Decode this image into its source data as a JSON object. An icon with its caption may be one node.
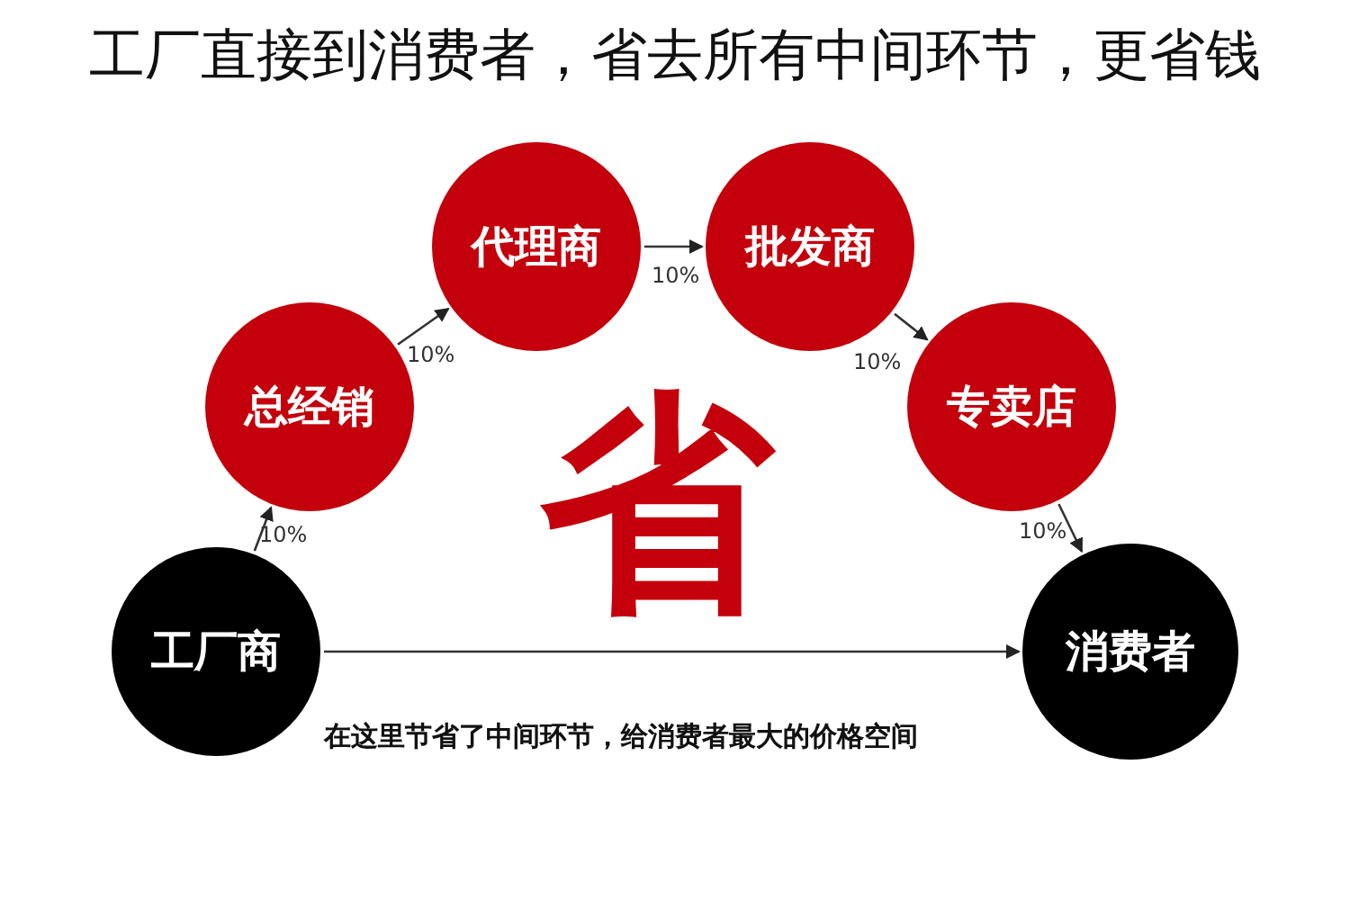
{
  "diagram": {
    "title": "工厂直接到消费者，省去所有中间环节，更省钱",
    "nodes": [
      {
        "text": [
          "工厂商"
        ]
      },
      {
        "text": [
          "总经销"
        ]
      },
      {
        "text": [
          "代理商"
        ]
      },
      {
        "text": [
          "批发商"
        ]
      },
      {
        "text": [
          "专卖店"
        ]
      },
      {
        "text": [
          "消费者"
        ]
      }
    ],
    "edges": [
      {
        "from": 0,
        "to": 1,
        "arrow": "to",
        "label": "10%"
      },
      {
        "from": 1,
        "to": 2,
        "arrow": "to",
        "label": "10%"
      },
      {
        "from": 2,
        "to": 3,
        "arrow": "to",
        "label": "10%"
      },
      {
        "from": 3,
        "to": 4,
        "arrow": "to",
        "label": "10%"
      },
      {
        "from": 4,
        "to": 5,
        "arrow": "to",
        "label": "10%"
      },
      {
        "from": 0,
        "to": 5,
        "arrow": "to",
        "label": "在这里节省了中间环节，给消费者最大的价格空间"
      }
    ],
    "labels": [
      "省"
    ]
  }
}
